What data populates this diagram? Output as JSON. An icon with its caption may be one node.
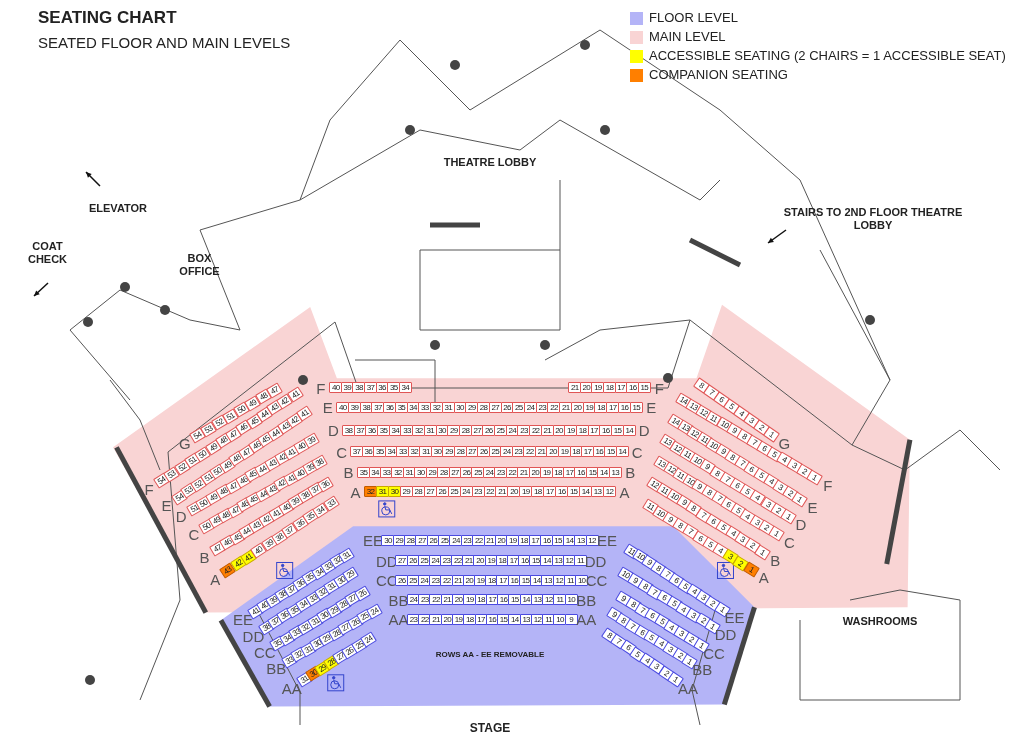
{
  "diagram": {
    "title": "SEATING CHART",
    "labels": [
      "SEATED FLOOR AND MAIN LEVELS",
      "THEATRE LOBBY",
      "ELEVATOR",
      "STAIRS TO 2ND FLOOR THEATRE LOBBY",
      "COAT CHECK",
      "BOX OFFICE",
      "G",
      "54",
      "53",
      "52",
      "51",
      "50",
      "49",
      "48",
      "47",
      "F",
      "54",
      "53",
      "52",
      "51",
      "50",
      "49",
      "48",
      "47",
      "46",
      "45",
      "44",
      "43",
      "42",
      "41",
      "E",
      "54",
      "53",
      "52",
      "51",
      "50",
      "49",
      "48",
      "47",
      "46",
      "45",
      "44",
      "43",
      "42",
      "41",
      "D",
      "51",
      "50",
      "49",
      "48",
      "47",
      "46",
      "45",
      "44",
      "43",
      "42",
      "41",
      "40",
      "39",
      "C",
      "50",
      "49",
      "48",
      "47",
      "46",
      "45",
      "44",
      "43",
      "42",
      "41",
      "40",
      "39",
      "38",
      "B",
      "47",
      "46",
      "45",
      "44",
      "43",
      "42",
      "41",
      "40",
      "39",
      "38",
      "37",
      "36",
      "A",
      "43",
      "42",
      "41",
      "40",
      "39",
      "38",
      "37",
      "36",
      "35",
      "34",
      "33",
      "F",
      "40",
      "39",
      "38",
      "37",
      "36",
      "35",
      "34",
      "21",
      "20",
      "19",
      "18",
      "17",
      "16",
      "15",
      "F",
      "E",
      "40",
      "39",
      "38",
      "37",
      "36",
      "35",
      "34",
      "33",
      "32",
      "31",
      "30",
      "29",
      "28",
      "27",
      "26",
      "25",
      "24",
      "23",
      "22",
      "21",
      "20",
      "19",
      "18",
      "17",
      "16",
      "15",
      "E",
      "D",
      "38",
      "37",
      "36",
      "35",
      "34",
      "33",
      "32",
      "31",
      "30",
      "29",
      "28",
      "27",
      "26",
      "25",
      "24",
      "23",
      "22",
      "21",
      "20",
      "19",
      "18",
      "17",
      "16",
      "15",
      "14",
      "D",
      "C",
      "37",
      "36",
      "35",
      "34",
      "33",
      "32",
      "31",
      "30",
      "29",
      "28",
      "27",
      "26",
      "25",
      "24",
      "23",
      "22",
      "21",
      "20",
      "19",
      "18",
      "17",
      "16",
      "15",
      "14",
      "C",
      "B",
      "35",
      "34",
      "33",
      "32",
      "31",
      "30",
      "29",
      "28",
      "27",
      "26",
      "25",
      "24",
      "23",
      "22",
      "21",
      "20",
      "19",
      "18",
      "17",
      "16",
      "15",
      "14",
      "13",
      "B",
      "A",
      "32",
      "31",
      "30",
      "29",
      "28",
      "27",
      "26",
      "25",
      "24",
      "23",
      "22",
      "21",
      "20",
      "19",
      "18",
      "17",
      "16",
      "15",
      "14",
      "13",
      "12",
      "A",
      "8",
      "7",
      "6",
      "5",
      "4",
      "3",
      "2",
      "1",
      "G",
      "14",
      "13",
      "12",
      "11",
      "10",
      "9",
      "8",
      "7",
      "6",
      "5",
      "4",
      "3",
      "2",
      "1",
      "F",
      "14",
      "13",
      "12",
      "11",
      "10",
      "9",
      "8",
      "7",
      "6",
      "5",
      "4",
      "3",
      "2",
      "1",
      "E",
      "13",
      "12",
      "11",
      "10",
      "9",
      "8",
      "7",
      "6",
      "5",
      "4",
      "3",
      "2",
      "1",
      "D",
      "13",
      "12",
      "11",
      "10",
      "9",
      "8",
      "7",
      "6",
      "5",
      "4",
      "3",
      "2",
      "1",
      "C",
      "12",
      "11",
      "10",
      "9",
      "8",
      "7",
      "6",
      "5",
      "4",
      "3",
      "2",
      "1",
      "B",
      "11",
      "10",
      "9",
      "8",
      "7",
      "6",
      "5",
      "4",
      "3",
      "2",
      "1",
      "A",
      "EE",
      "41",
      "40",
      "39",
      "38",
      "37",
      "36",
      "35",
      "34",
      "33",
      "32",
      "31",
      "DD",
      "38",
      "37",
      "36",
      "35",
      "34",
      "33",
      "32",
      "31",
      "30",
      "29",
      "CC",
      "35",
      "34",
      "33",
      "32",
      "31",
      "30",
      "29",
      "28",
      "27",
      "26",
      "BB",
      "33",
      "32",
      "31",
      "30",
      "29",
      "28",
      "27",
      "26",
      "25",
      "24",
      "AA",
      "31",
      "30",
      "29",
      "28",
      "27",
      "26",
      "25",
      "24",
      "EE",
      "30",
      "29",
      "28",
      "27",
      "26",
      "25",
      "24",
      "23",
      "22",
      "21",
      "20",
      "19",
      "18",
      "17",
      "16",
      "15",
      "14",
      "13",
      "12",
      "EE",
      "DD",
      "27",
      "26",
      "25",
      "24",
      "23",
      "22",
      "21",
      "20",
      "19",
      "18",
      "17",
      "16",
      "15",
      "14",
      "13",
      "12",
      "11",
      "DD",
      "CC",
      "26",
      "25",
      "24",
      "23",
      "22",
      "21",
      "20",
      "19",
      "18",
      "17",
      "16",
      "15",
      "14",
      "13",
      "12",
      "11",
      "10",
      "CC",
      "BB",
      "24",
      "23",
      "22",
      "21",
      "20",
      "19",
      "18",
      "17",
      "16",
      "15",
      "14",
      "13",
      "12",
      "11",
      "10",
      "BB",
      "AA",
      "23",
      "22",
      "21",
      "20",
      "19",
      "18",
      "17",
      "16",
      "15",
      "14",
      "13",
      "12",
      "11",
      "10",
      "9",
      "AA",
      "11",
      "10",
      "9",
      "8",
      "7",
      "6",
      "5",
      "4",
      "3",
      "2",
      "1",
      "EE",
      "10",
      "9",
      "8",
      "7",
      "6",
      "5",
      "4",
      "3",
      "2",
      "1",
      "DD",
      "9",
      "8",
      "7",
      "6",
      "5",
      "4",
      "3",
      "2",
      "1",
      "CC",
      "9",
      "8",
      "7",
      "6",
      "5",
      "4",
      "3",
      "2",
      "1",
      "BB",
      "8",
      "7",
      "6",
      "5",
      "4",
      "3",
      "2",
      "1",
      "AA",
      "WASHROOMS",
      "ROWS AA - EE REMOVABLE",
      "STAGE"
    ],
    "legend": [
      {
        "text": "FLOOR LEVEL",
        "color": "#b4b4f7"
      },
      {
        "text": "MAIN LEVEL",
        "color": "#f9d4d4"
      },
      {
        "text": "ACCESSIBLE SEATING (2 CHAIRS = 1 ACCESSIBLE SEAT)",
        "color": "#ffff00"
      },
      {
        "text": "COMPANION SEATING",
        "color": "#ff7f00"
      }
    ]
  }
}
